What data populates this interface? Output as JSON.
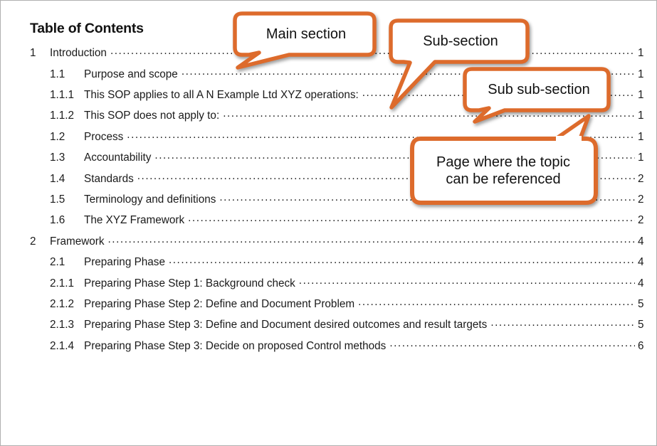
{
  "document": {
    "title": "Table of Contents",
    "accent_color": "#DD6B2C",
    "text_color": "#1a1a1a",
    "page_background": "#ffffff",
    "entries": [
      {
        "number": "1",
        "level": 1,
        "label": "Introduction",
        "page": "1"
      },
      {
        "number": "1.1",
        "level": 2,
        "label": "Purpose and scope",
        "page": "1"
      },
      {
        "number": "1.1.1",
        "level": 3,
        "label": "This SOP applies to all A N Example Ltd XYZ operations:",
        "page": "1"
      },
      {
        "number": "1.1.2",
        "level": 3,
        "label": "This SOP does not apply to:",
        "page": "1"
      },
      {
        "number": "1.2",
        "level": 2,
        "label": "Process",
        "page": "1"
      },
      {
        "number": "1.3",
        "level": 2,
        "label": "Accountability",
        "page": "1"
      },
      {
        "number": "1.4",
        "level": 2,
        "label": "Standards",
        "page": "2"
      },
      {
        "number": "1.5",
        "level": 2,
        "label": "Terminology and definitions",
        "page": "2"
      },
      {
        "number": "1.6",
        "level": 2,
        "label": "The XYZ Framework",
        "page": "2"
      },
      {
        "number": "2",
        "level": 1,
        "label": "Framework",
        "page": "4"
      },
      {
        "number": "2.1",
        "level": 2,
        "label": "Preparing Phase",
        "page": "4"
      },
      {
        "number": "2.1.1",
        "level": 3,
        "label": "Preparing Phase Step 1: Background check",
        "page": "4"
      },
      {
        "number": "2.1.2",
        "level": 3,
        "label": "Preparing Phase Step 2: Define and Document Problem",
        "page": "5"
      },
      {
        "number": "2.1.3",
        "level": 3,
        "label": "Preparing Phase Step 3: Define and Document desired outcomes and result targets",
        "page": "5"
      },
      {
        "number": "2.1.4",
        "level": 3,
        "label": "Preparing Phase Step 3: Decide on proposed Control methods",
        "page": "6"
      }
    ]
  },
  "callouts": [
    {
      "id": "main-section",
      "text": "Main section",
      "points_to": "Introduction leader line"
    },
    {
      "id": "sub-section",
      "text": "Sub-section",
      "points_to": "1.1 Purpose and scope leader line"
    },
    {
      "id": "sub-sub-section",
      "text": "Sub sub-section",
      "points_to": "1.1.1 leader line"
    },
    {
      "id": "page-reference",
      "text": "Page where the topic\ncan be referenced",
      "points_to": "page number column"
    }
  ]
}
